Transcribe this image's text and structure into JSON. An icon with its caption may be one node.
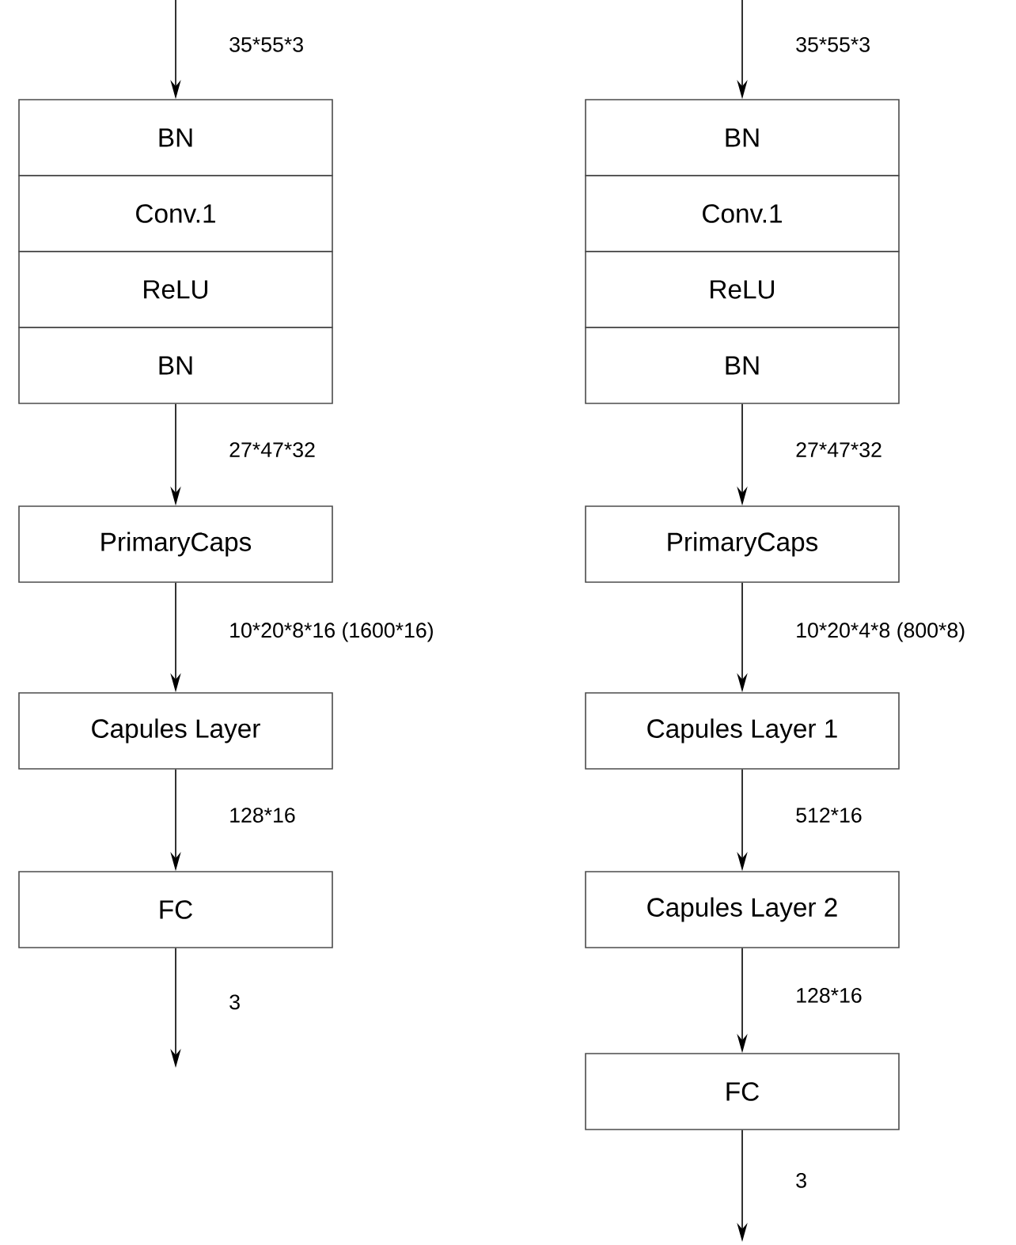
{
  "diagram": {
    "nodes": [
      {
        "text": [
          "BN"
        ]
      },
      {
        "text": [
          "Conv.1"
        ]
      },
      {
        "text": [
          "ReLU"
        ]
      },
      {
        "text": [
          "BN"
        ]
      },
      {
        "text": [
          "PrimaryCaps"
        ]
      },
      {
        "text": [
          "Capules Layer"
        ]
      },
      {
        "text": [
          "FC"
        ]
      },
      {
        "text": [
          "BN"
        ]
      },
      {
        "text": [
          "Conv.1"
        ]
      },
      {
        "text": [
          "ReLU"
        ]
      },
      {
        "text": [
          "BN"
        ]
      },
      {
        "text": [
          "PrimaryCaps"
        ]
      },
      {
        "text": [
          "Capules Layer 1"
        ]
      },
      {
        "text": [
          "Capules Layer 2"
        ]
      },
      {
        "text": [
          "FC"
        ]
      }
    ],
    "edges": [
      {
        "from": null,
        "to": 0,
        "arrow": "to",
        "label": "35*55*3"
      },
      {
        "from": 3,
        "to": 4,
        "arrow": "to",
        "label": "27*47*32"
      },
      {
        "from": 4,
        "to": 5,
        "arrow": "to",
        "label": "10*20*8*16 (1600*16)"
      },
      {
        "from": 5,
        "to": 6,
        "arrow": "to",
        "label": "128*16"
      },
      {
        "from": 6,
        "to": null,
        "arrow": "to",
        "label": "3"
      },
      {
        "from": null,
        "to": 7,
        "arrow": "to",
        "label": "35*55*3"
      },
      {
        "from": 10,
        "to": 11,
        "arrow": "to",
        "label": "27*47*32"
      },
      {
        "from": 11,
        "to": 12,
        "arrow": "to",
        "label": "10*20*4*8 (800*8)"
      },
      {
        "from": 12,
        "to": 13,
        "arrow": "to",
        "label": "512*16"
      },
      {
        "from": 13,
        "to": 14,
        "arrow": "to",
        "label": "128*16"
      },
      {
        "from": 14,
        "to": null,
        "arrow": "to",
        "label": "3"
      }
    ]
  }
}
